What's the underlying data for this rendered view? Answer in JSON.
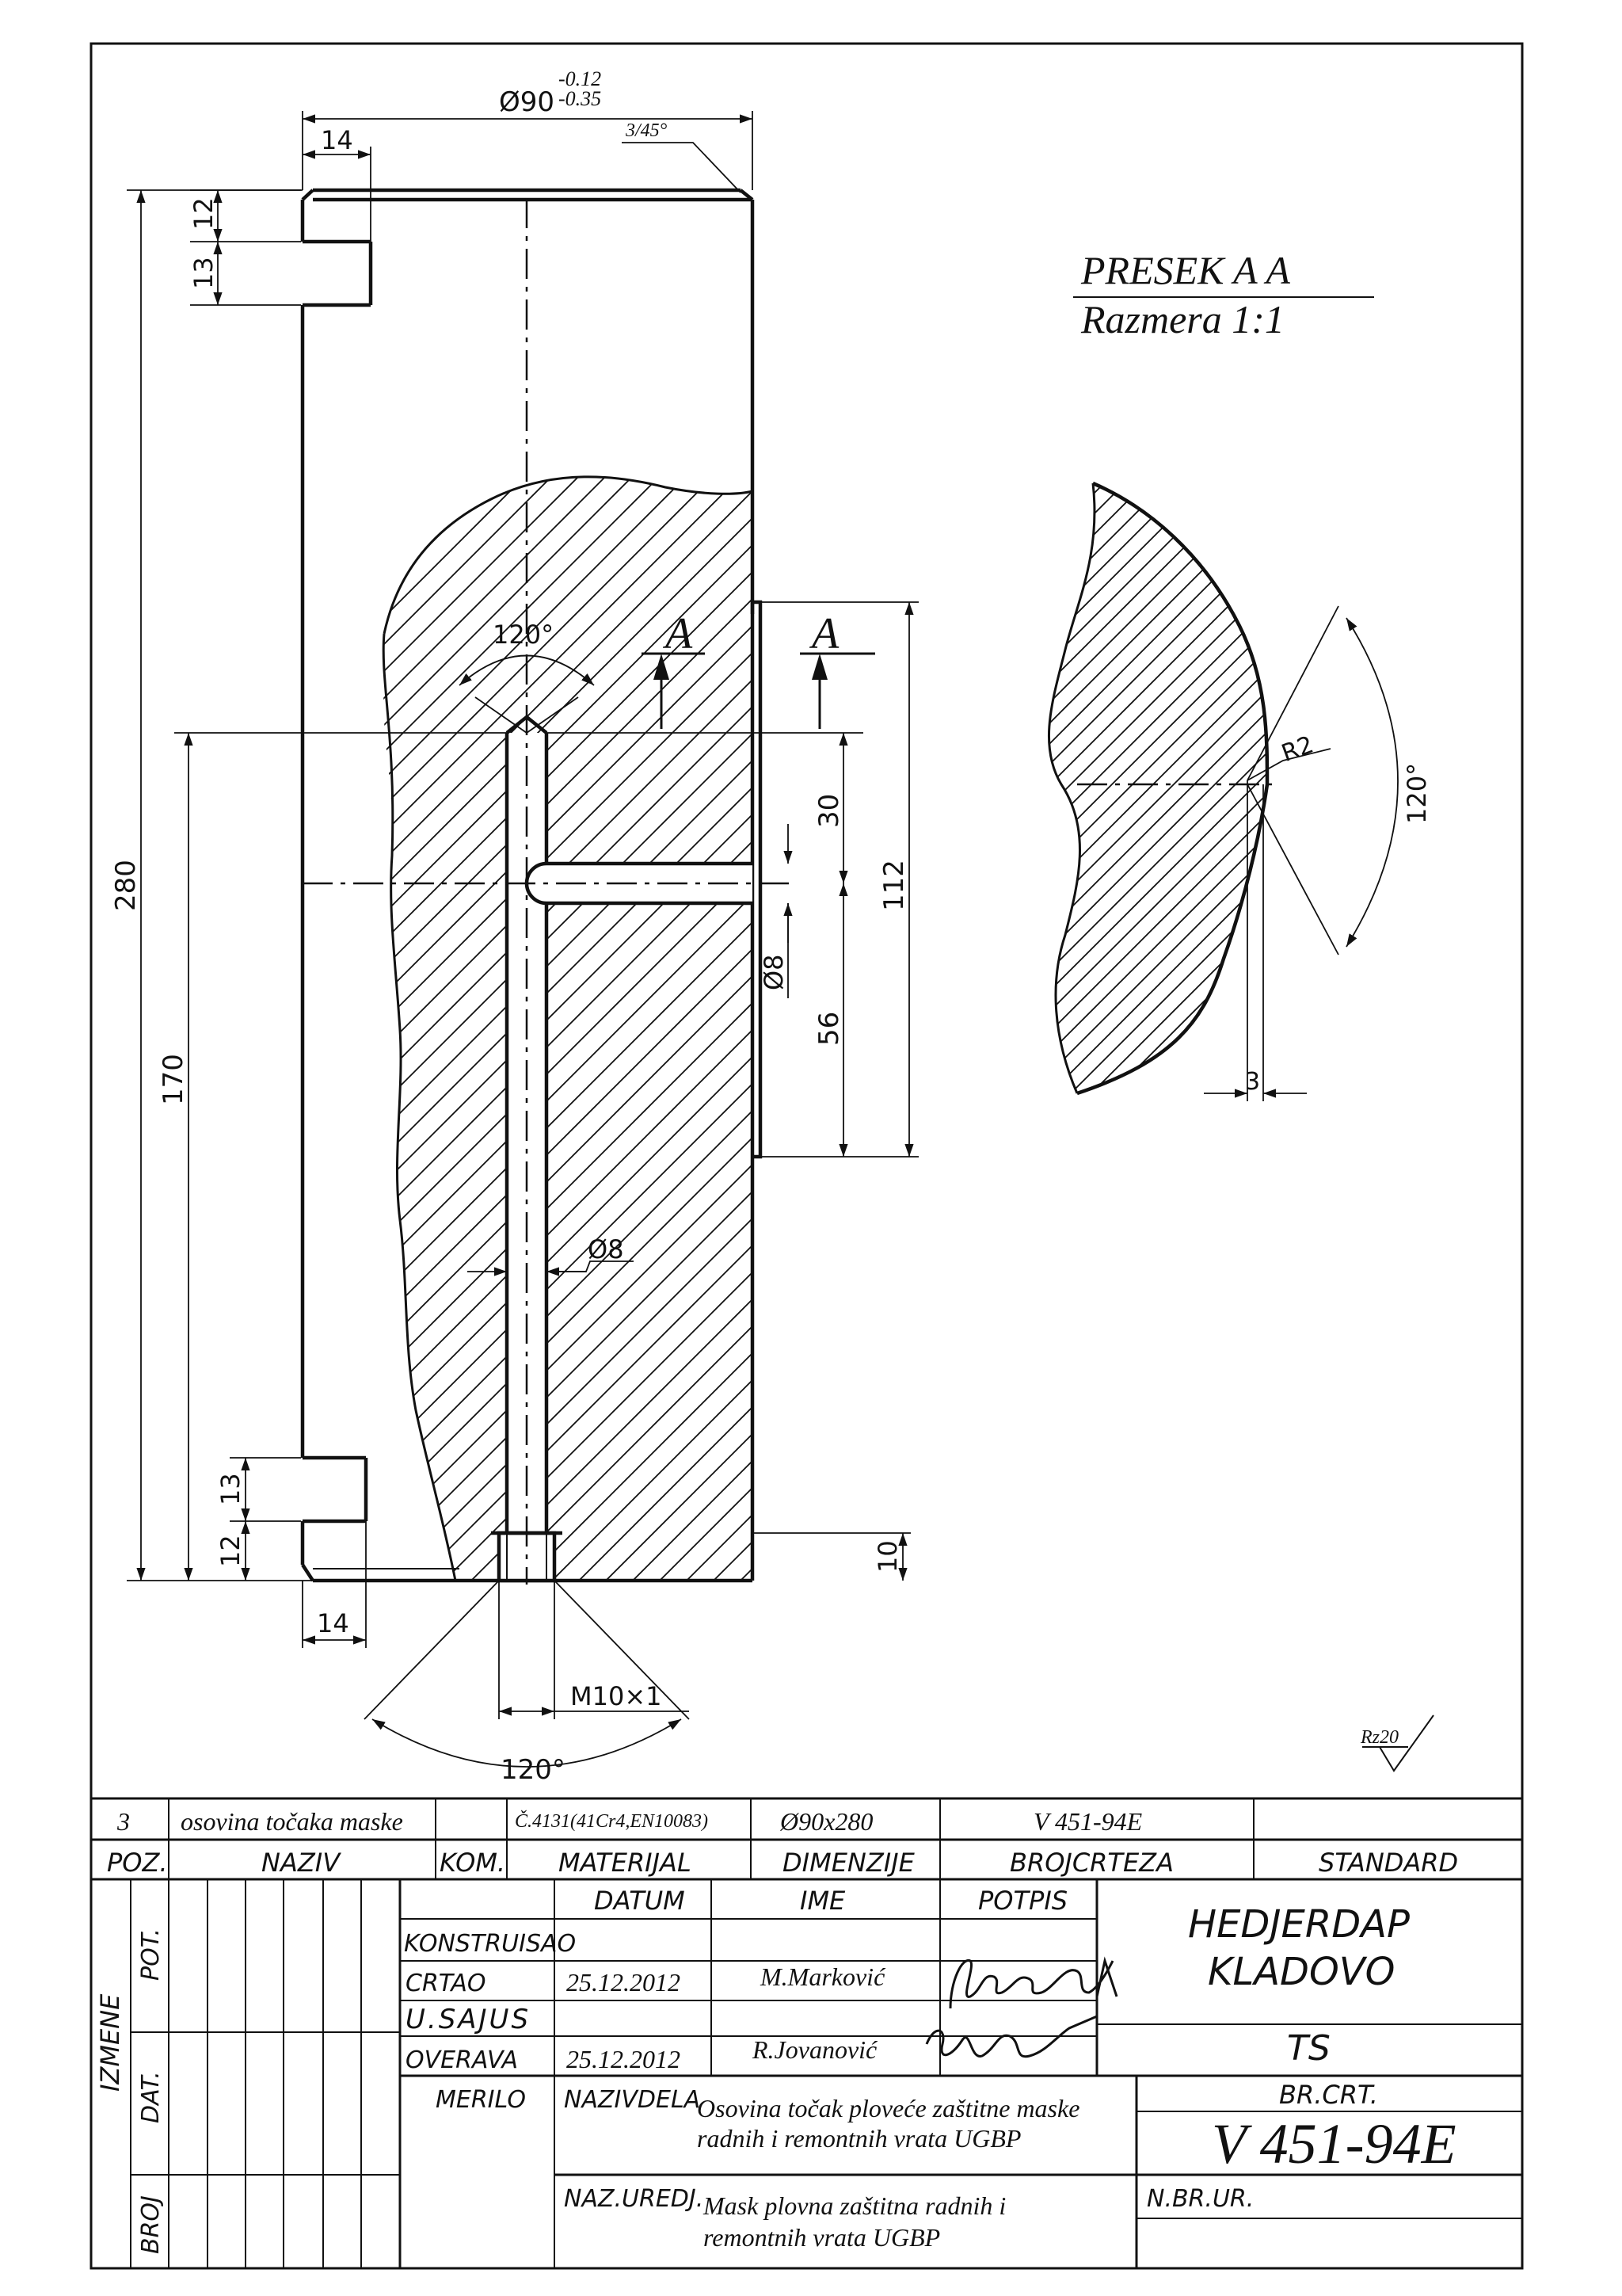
{
  "drawing": {
    "dims": {
      "dia90": "Ø90",
      "tol_upper": "-0.12",
      "tol_lower": "-0.35",
      "chamfer": "3/45°",
      "d14_top": "14",
      "d12_top": "12",
      "d13_top": "13",
      "d280": "280",
      "d170": "170",
      "d120_top": "120°",
      "d30": "30",
      "d112": "112",
      "d8_small": "Ø8",
      "d56": "56",
      "d8_mid": "Ø8",
      "d13_bot": "13",
      "d12_bot": "12",
      "d10": "10",
      "d14_bot": "14",
      "thread": "M10×1",
      "d120_bot": "120°"
    },
    "section_marker": "A",
    "section": {
      "title": "PRESEK A A",
      "scale": "Razmera 1:1",
      "radius": "R2",
      "angle": "120°",
      "offset": "3"
    },
    "roughness": "Rz20"
  },
  "parts": {
    "row": {
      "pos": "3",
      "name": "osovina točaka maske",
      "qty": "",
      "material": "Č.4131(41Cr4,EN10083)",
      "dimensions": "Ø90x280",
      "drawing_no": "V 451-94E",
      "standard": ""
    },
    "headers": {
      "pos": "POZ.",
      "name": "NAZIV",
      "qty": "KOM.",
      "material": "MATERIJAL",
      "dimensions": "DIMENZIJE",
      "drawing_no": "BROJCRTEZA",
      "standard": "STANDARD"
    }
  },
  "title_block": {
    "changes_label": "IZMENE",
    "side_labels": [
      "POT.",
      "DAT.",
      "BROJ"
    ],
    "col_date": "DATUM",
    "col_name": "IME",
    "col_sign": "POTPIS",
    "rows": [
      {
        "label": "KONSTRUISAO",
        "date": "",
        "name": ""
      },
      {
        "label": "CRTAO",
        "date": "25.12.2012",
        "name": "M.Marković"
      },
      {
        "label": "U.SAJUS",
        "date": "",
        "name": ""
      },
      {
        "label": "OVERAVA",
        "date": "25.12.2012",
        "name": "R.Jovanović"
      }
    ],
    "company_line1": "HEDJERDAP",
    "company_line2": "KLADOVO",
    "dept": "TS",
    "scale_label": "MERILO",
    "part_name_label": "NAZIVDELA",
    "part_name_1": "Osovina točak ploveće zaštitne maske",
    "part_name_2": "radnih i remontnih vrata UGBP",
    "assembly_label": "NAZ.UREDJ.",
    "assembly_1": "Mask plovna zaštitna radnih i",
    "assembly_2": "remontnih vrata UGBP",
    "drawing_no_label": "BR.CRT.",
    "drawing_no": "V 451-94E",
    "assembly_no_label": "N.BR.UR."
  }
}
